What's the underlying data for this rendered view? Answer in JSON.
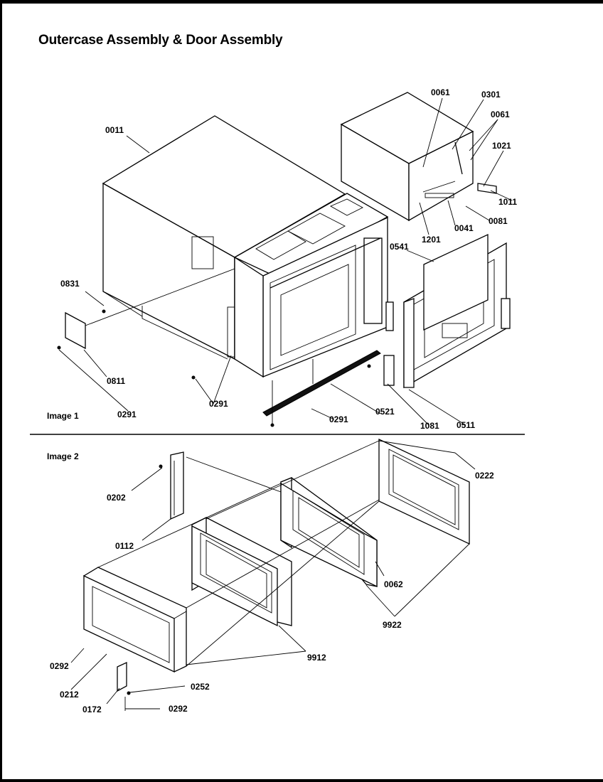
{
  "title": "Outercase Assembly & Door Assembly",
  "images": [
    {
      "label": "Image 1"
    },
    {
      "label": "Image 2"
    }
  ],
  "callouts": {
    "image1": [
      "0011",
      "0061",
      "0301",
      "0061",
      "1021",
      "1011",
      "0081",
      "0041",
      "1201",
      "0541",
      "0831",
      "0811",
      "0291",
      "0291",
      "0291",
      "0521",
      "1081",
      "0511"
    ],
    "image2": [
      "0202",
      "0112",
      "0222",
      "0062",
      "9922",
      "9912",
      "0292",
      "0212",
      "0172",
      "0252",
      "0292"
    ]
  }
}
